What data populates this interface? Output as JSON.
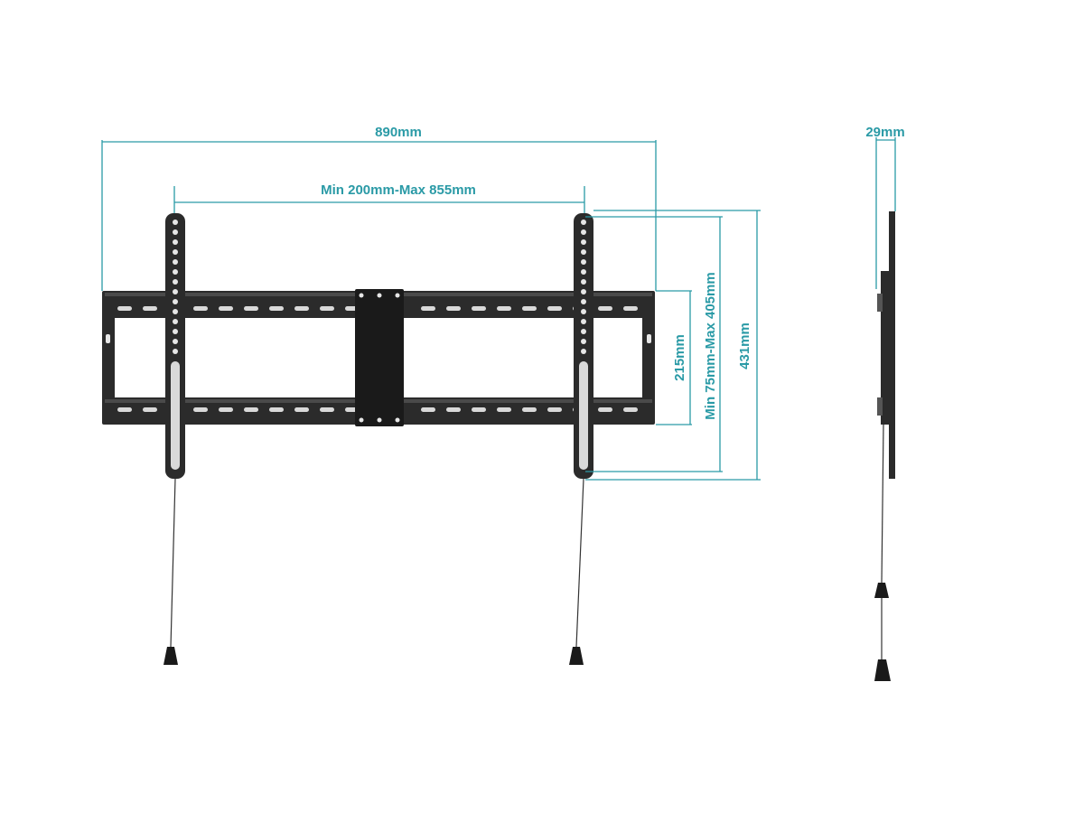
{
  "dimensions": {
    "overall_width": "890mm",
    "vesa_horizontal": "Min 200mm-Max 855mm",
    "rail_height": "215mm",
    "vesa_vertical": "Min 75mm-Max 405mm",
    "arm_height": "431mm",
    "depth": "29mm"
  },
  "colors": {
    "dimension": "#2a9aa6",
    "metal": "#2b2b2b",
    "background": "#ffffff"
  }
}
